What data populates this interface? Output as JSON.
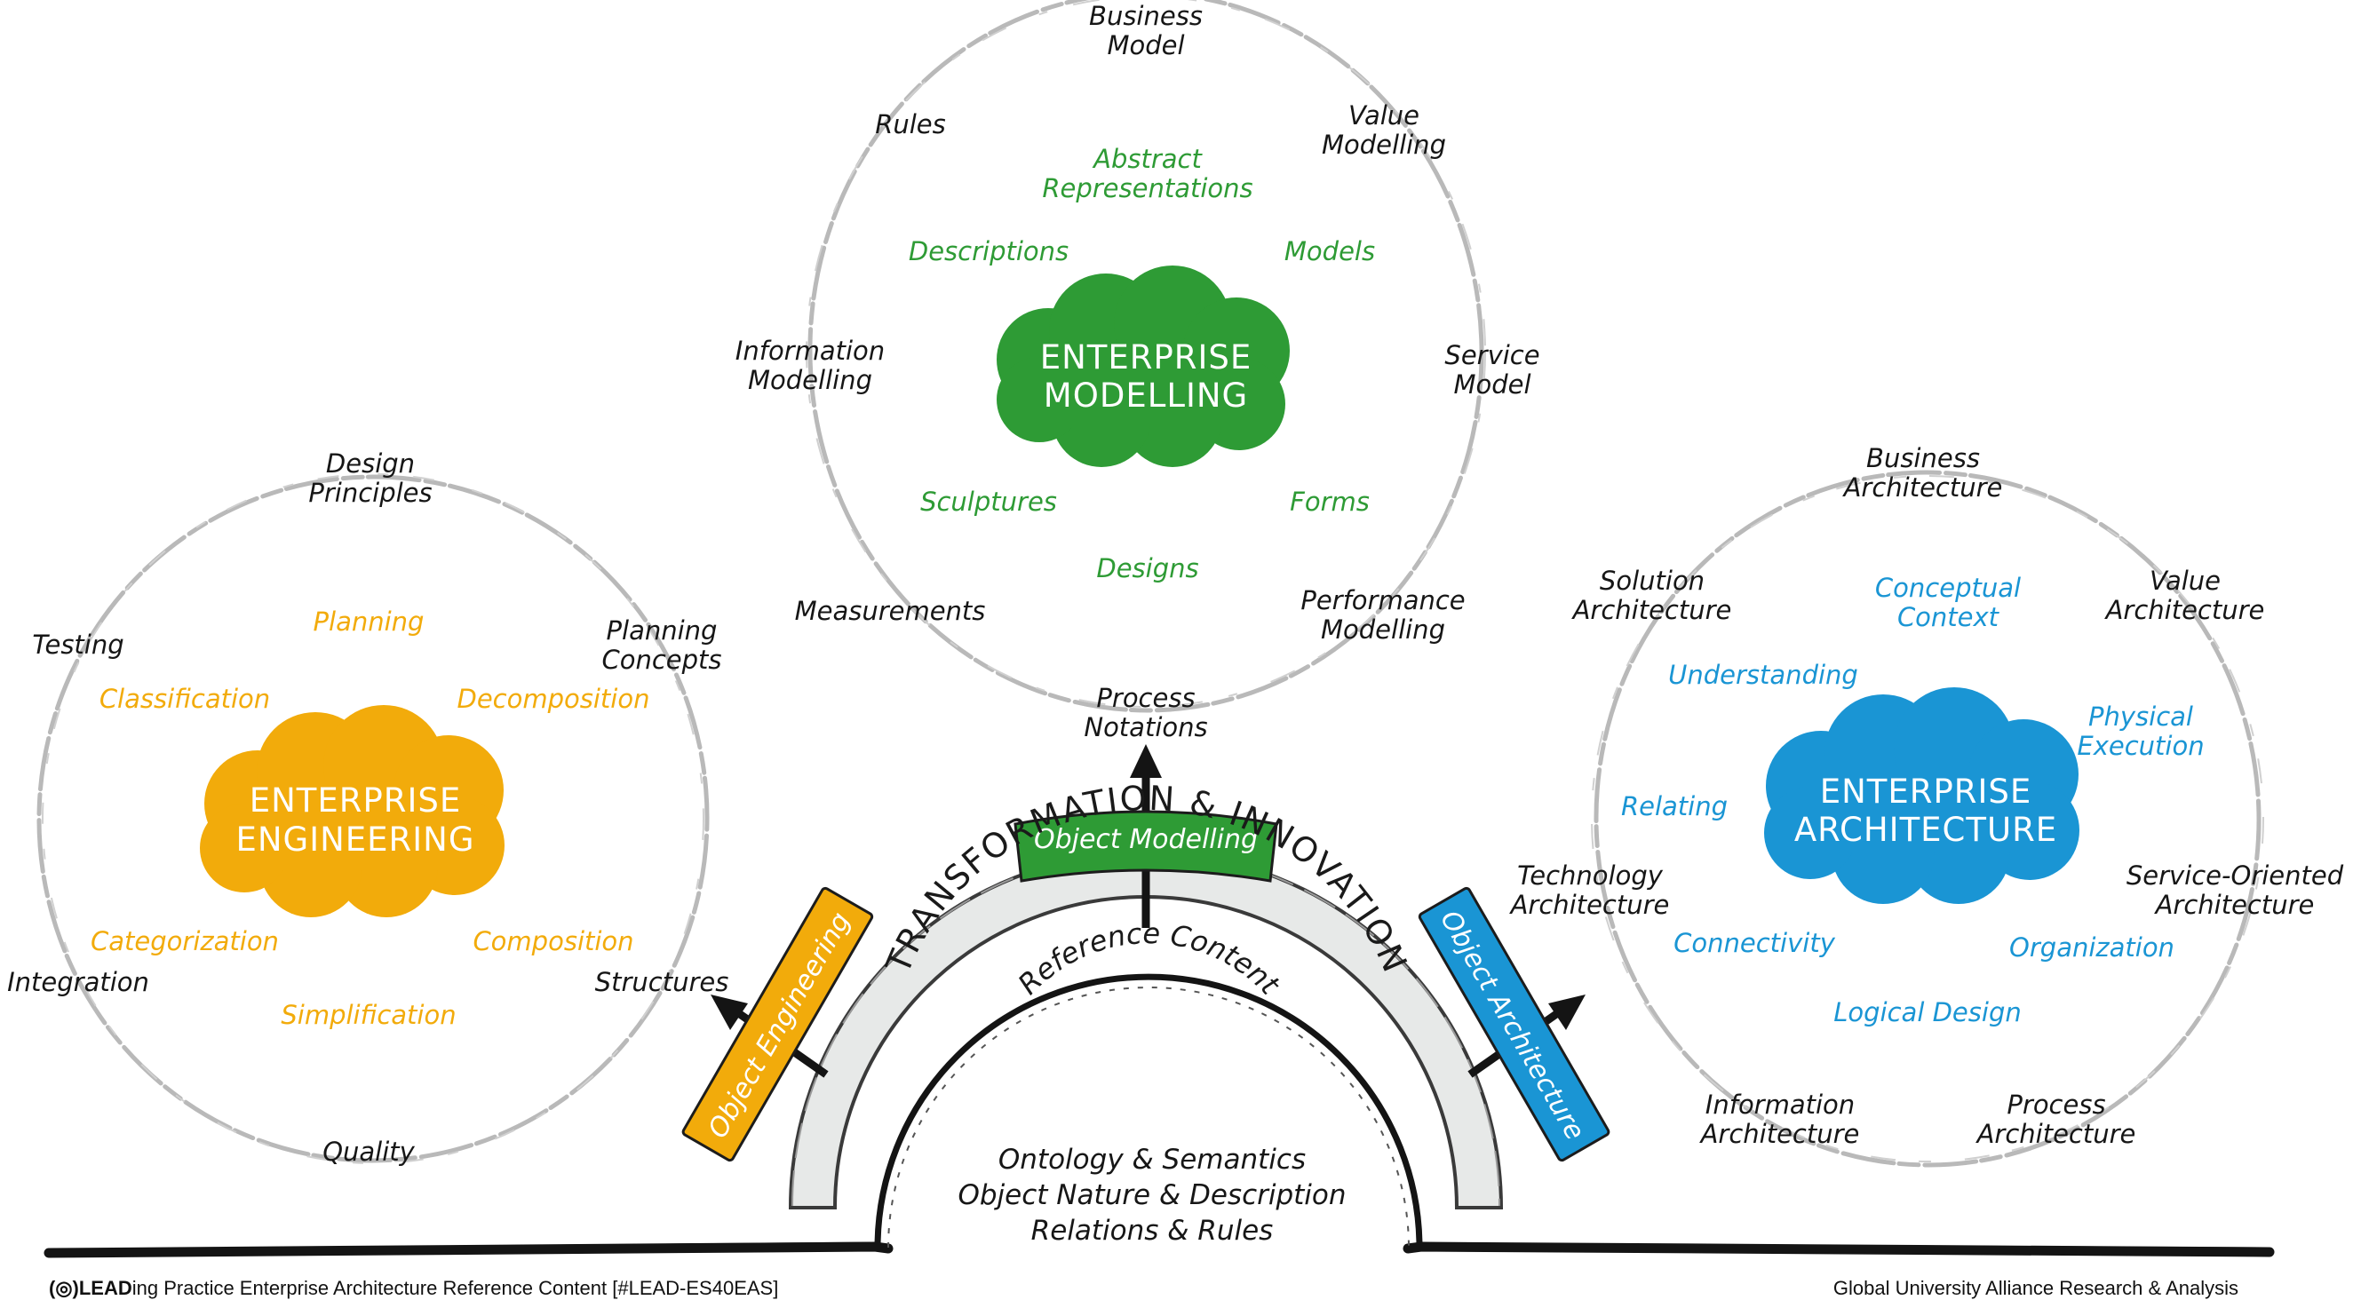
{
  "colors": {
    "modelling": "#2e9b35",
    "engineering": "#f2ab0b",
    "architecture": "#1a95d4",
    "ring": "#b9b9b9",
    "ink": "#161616",
    "arc_fill": "#e7e9e8"
  },
  "modelling": {
    "cloud_line1": "ENTERPRISE",
    "cloud_line2": "MODELLING",
    "outer": {
      "business_model_1": "Business",
      "business_model_2": "Model",
      "rules": "Rules",
      "value_modelling_1": "Value",
      "value_modelling_2": "Modelling",
      "information_modelling_1": "Information",
      "information_modelling_2": "Modelling",
      "service_model_1": "Service",
      "service_model_2": "Model",
      "measurements": "Measurements",
      "performance_modelling_1": "Performance",
      "performance_modelling_2": "Modelling",
      "process_notations_1": "Process",
      "process_notations_2": "Notations"
    },
    "inner": {
      "abstract_1": "Abstract",
      "abstract_2": "Representations",
      "descriptions": "Descriptions",
      "models": "Models",
      "sculptures": "Sculptures",
      "forms": "Forms",
      "designs": "Designs"
    }
  },
  "engineering": {
    "cloud_line1": "ENTERPRISE",
    "cloud_line2": "ENGINEERING",
    "outer": {
      "design_principles_1": "Design",
      "design_principles_2": "Principles",
      "testing": "Testing",
      "planning_concepts_1": "Planning",
      "planning_concepts_2": "Concepts",
      "integration": "Integration",
      "structures": "Structures",
      "quality": "Quality"
    },
    "inner": {
      "planning": "Planning",
      "classification": "Classification",
      "decomposition": "Decomposition",
      "categorization": "Categorization",
      "composition": "Composition",
      "simplification": "Simplification"
    }
  },
  "architecture": {
    "cloud_line1": "ENTERPRISE",
    "cloud_line2": "ARCHITECTURE",
    "outer": {
      "business_architecture_1": "Business",
      "business_architecture_2": "Architecture",
      "solution_architecture_1": "Solution",
      "solution_architecture_2": "Architecture",
      "value_architecture_1": "Value",
      "value_architecture_2": "Architecture",
      "technology_architecture_1": "Technology",
      "technology_architecture_2": "Architecture",
      "soa_1": "Service-Oriented",
      "soa_2": "Architecture",
      "information_architecture_1": "Information",
      "information_architecture_2": "Architecture",
      "process_architecture_1": "Process",
      "process_architecture_2": "Architecture"
    },
    "inner": {
      "conceptual_1": "Conceptual",
      "conceptual_2": "Context",
      "understanding": "Understanding",
      "physical_1": "Physical",
      "physical_2": "Execution",
      "relating": "Relating",
      "connectivity": "Connectivity",
      "organization": "Organization",
      "logical_design": "Logical Design"
    }
  },
  "center": {
    "transformation": "TRANSFORMATION & INNOVATION",
    "reference_content": "Reference Content",
    "line1": "Ontology & Semantics",
    "line2": "Object Nature & Description",
    "line3": "Relations & Rules"
  },
  "bands": {
    "object_modelling": "Object Modelling",
    "object_engineering": "Object Engineering",
    "object_architecture": "Object Architecture"
  },
  "footer": {
    "logo": "(◎)LEAD",
    "left": "ing Practice Enterprise Architecture Reference Content [#LEAD-ES40EAS]",
    "right": "Global University Alliance Research & Analysis"
  }
}
